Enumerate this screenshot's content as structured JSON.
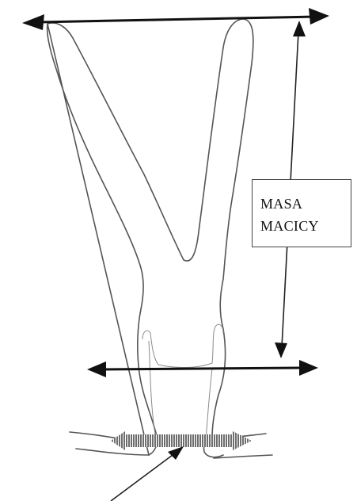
{
  "label": {
    "line1": "MASA",
    "line2": "MACICY"
  },
  "colors": {
    "background": "#ffffff",
    "outline": "#555555",
    "arrows": "#111111",
    "hatch": "#6e6e6e"
  },
  "icons": {
    "top_arrow": "double-headed-arrow",
    "middle_arrow": "double-headed-arrow",
    "vertical_arrow": "double-headed-arrow",
    "pointer_arrow": "single-headed-arrow"
  }
}
